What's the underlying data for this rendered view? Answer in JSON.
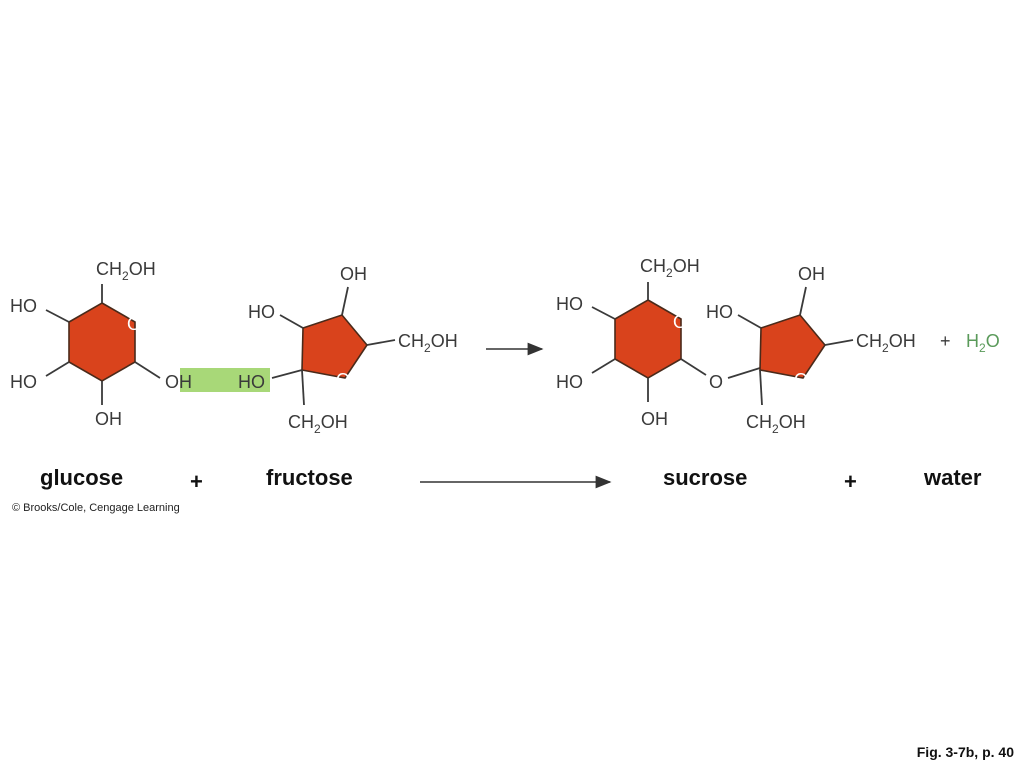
{
  "labels": {
    "glucose": "glucose",
    "plus1": "+",
    "fructose": "fructose",
    "sucrose": "sucrose",
    "plus2": "+",
    "water": "water"
  },
  "chem": {
    "oh": "OH",
    "ho": "HO",
    "ring_o": "O",
    "ch": "CH",
    "sub2": "2",
    "plus": "+",
    "h": "H",
    "o": "O"
  },
  "colors": {
    "ring_fill": "#d9431c",
    "highlight": "#a8d878",
    "water_text": "#5a9a5a"
  },
  "copyright": "© Brooks/Cole, Cengage Learning",
  "figure_ref": "Fig. 3-7b, p. 40"
}
